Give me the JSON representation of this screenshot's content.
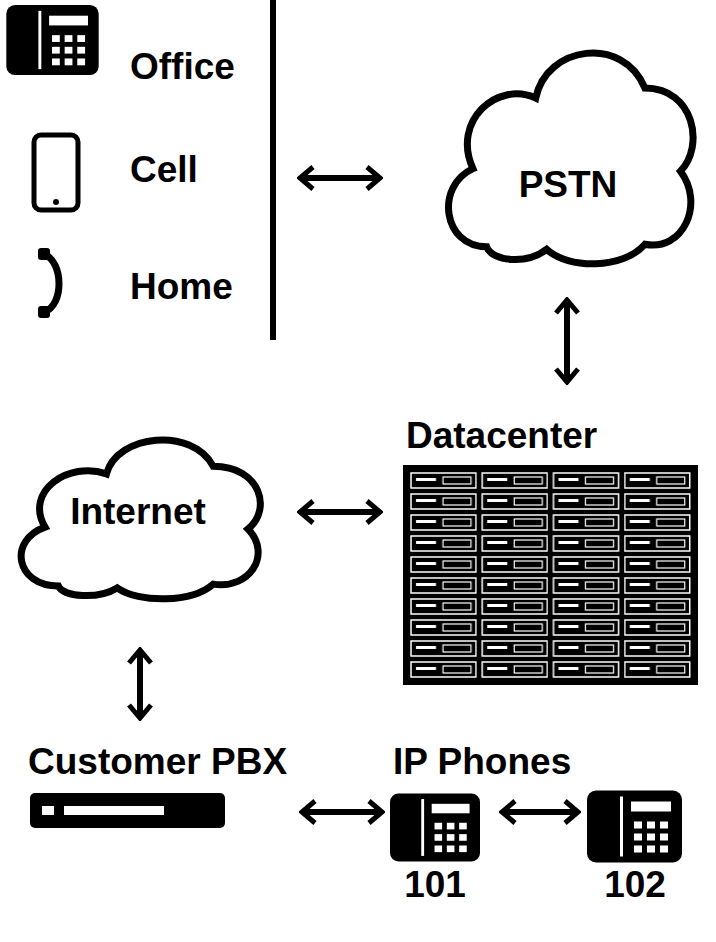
{
  "diagram": {
    "nodes": [
      {
        "text": [
          "Office",
          "Cell",
          "Home"
        ]
      },
      {
        "text": [
          "PSTN"
        ]
      },
      {
        "text": [
          "Datacenter"
        ]
      },
      {
        "text": [
          "Internet"
        ]
      },
      {
        "text": [
          "Customer PBX"
        ]
      },
      {
        "text": [
          "101"
        ]
      },
      {
        "text": [
          "102"
        ]
      }
    ],
    "edges": [
      {
        "from": 0,
        "to": 1,
        "arrow": "both"
      },
      {
        "from": 1,
        "to": 2,
        "arrow": "both"
      },
      {
        "from": 3,
        "to": 2,
        "arrow": "both"
      },
      {
        "from": 3,
        "to": 4,
        "arrow": "both"
      },
      {
        "from": 4,
        "to": 5,
        "arrow": "both"
      },
      {
        "from": 5,
        "to": 6,
        "arrow": "both"
      }
    ],
    "labels": [
      "IP Phones"
    ]
  }
}
